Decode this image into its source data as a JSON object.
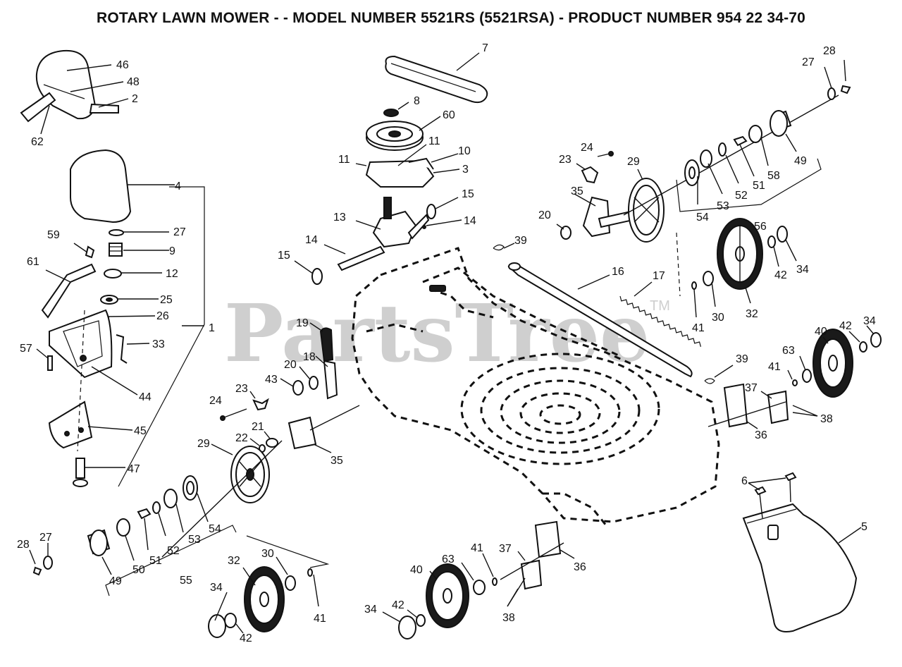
{
  "title": "ROTARY LAWN MOWER - - MODEL NUMBER 5521RS (5521RSA) - PRODUCT NUMBER 954 22 34-70",
  "watermark": "PartsTree",
  "trademark": "TM",
  "labels": {
    "p1": "1",
    "p2": "2",
    "p3": "3",
    "p4": "4",
    "p5": "5",
    "p6": "6",
    "p7": "7",
    "p8": "8",
    "p9": "9",
    "p10": "10",
    "p11a": "11",
    "p11b": "11",
    "p12": "12",
    "p13": "13",
    "p14a": "14",
    "p14b": "14",
    "p15a": "15",
    "p15b": "15",
    "p16": "16",
    "p17": "17",
    "p18": "18",
    "p19": "19",
    "p20a": "20",
    "p20b": "20",
    "p21": "21",
    "p22": "22",
    "p23a": "23",
    "p23b": "23",
    "p24a": "24",
    "p24b": "24",
    "p25": "25",
    "p26": "26",
    "p27a": "27",
    "p27b": "27",
    "p27c": "27",
    "p28a": "28",
    "p28b": "28",
    "p29a": "29",
    "p29b": "29",
    "p30a": "30",
    "p30b": "30",
    "p32a": "32",
    "p32b": "32",
    "p33": "33",
    "p34a": "34",
    "p34b": "34",
    "p34c": "34",
    "p34d": "34",
    "p35a": "35",
    "p35b": "35",
    "p36a": "36",
    "p36b": "36",
    "p37a": "37",
    "p37b": "37",
    "p38a": "38",
    "p38b": "38",
    "p39a": "39",
    "p39b": "39",
    "p40a": "40",
    "p40b": "40",
    "p41a": "41",
    "p41b": "41",
    "p41c": "41",
    "p41d": "41",
    "p42a": "42",
    "p42b": "42",
    "p42c": "42",
    "p42d": "42",
    "p43": "43",
    "p44": "44",
    "p45": "45",
    "p46": "46",
    "p47": "47",
    "p48": "48",
    "p49a": "49",
    "p49b": "49",
    "p50": "50",
    "p51a": "51",
    "p51b": "51",
    "p52a": "52",
    "p52b": "52",
    "p53a": "53",
    "p53b": "53",
    "p54a": "54",
    "p54b": "54",
    "p55": "55",
    "p56": "56",
    "p57": "57",
    "p58": "58",
    "p59": "59",
    "p60": "60",
    "p61": "61",
    "p62": "62",
    "p63a": "63",
    "p63b": "63"
  }
}
